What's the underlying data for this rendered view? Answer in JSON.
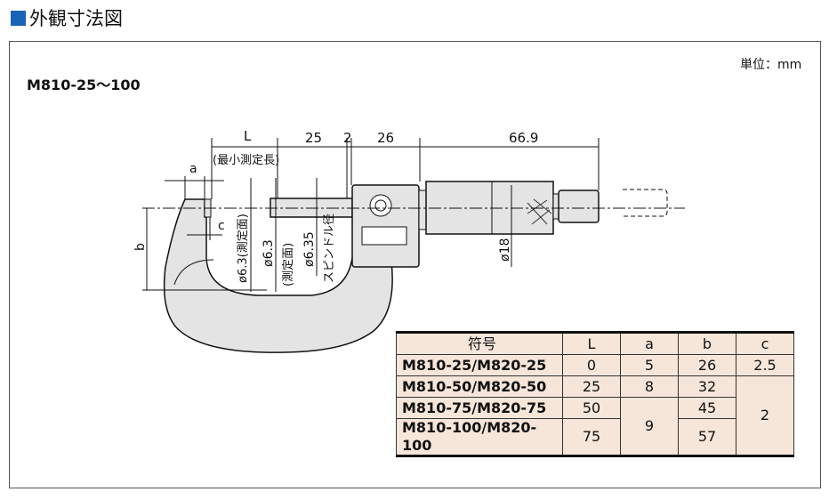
{
  "title": "外観寸法図",
  "model": "M810-25～100",
  "unit": "単位：mm",
  "dims": {
    "L": "L",
    "d25": "25",
    "d2": "2",
    "d26": "26",
    "d669": "66.9",
    "min_len": "(最小測定長)",
    "a": "a",
    "b": "b",
    "c": "c",
    "anvil_face": "ø6.3(測定面)",
    "spindle_face_d": "ø6.3",
    "spindle_face": "(測定面)",
    "spindle_d": "ø6.35",
    "spindle_label": "スピンドル径",
    "thimble_d": "ø18"
  },
  "table": {
    "headers": [
      "符号",
      "L",
      "a",
      "b",
      "c"
    ],
    "rows": [
      {
        "model": "M810-25/M820-25",
        "L": "0",
        "a": "5",
        "b": "26",
        "c": "2.5"
      },
      {
        "model": "M810-50/M820-50",
        "L": "25",
        "a": "8",
        "b": "32"
      },
      {
        "model": "M810-75/M820-75",
        "L": "50",
        "a": "9",
        "b": "45",
        "c": "2"
      },
      {
        "model": "M810-100/M820-100",
        "L": "75",
        "b": "57"
      }
    ]
  }
}
